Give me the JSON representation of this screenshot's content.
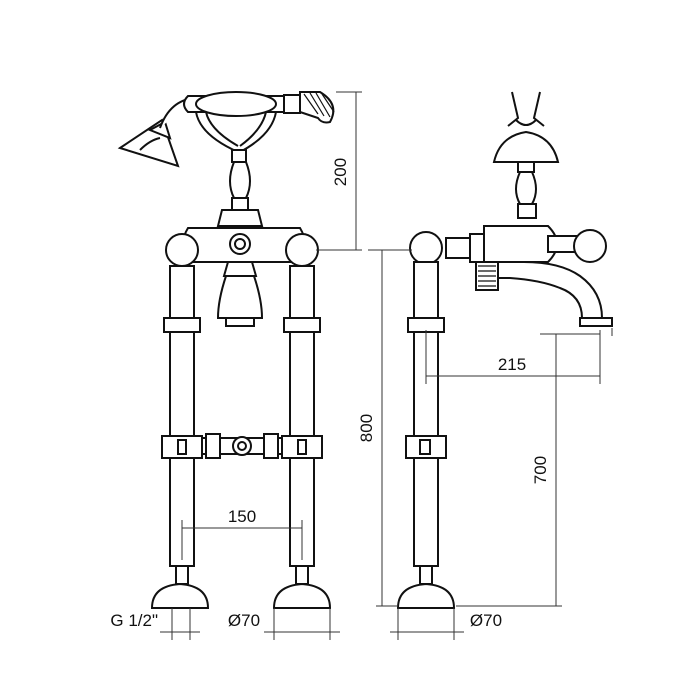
{
  "dimensions": {
    "handshower_height": "200",
    "pipe_spacing": "150",
    "connection_thread": "G 1/2ʺ",
    "front_base_diameter": "Ø70",
    "total_height": "800",
    "spout_projection": "215",
    "spout_height": "700",
    "side_base_diameter": "Ø70"
  },
  "colors": {
    "line": "#111111",
    "background": "#ffffff"
  }
}
